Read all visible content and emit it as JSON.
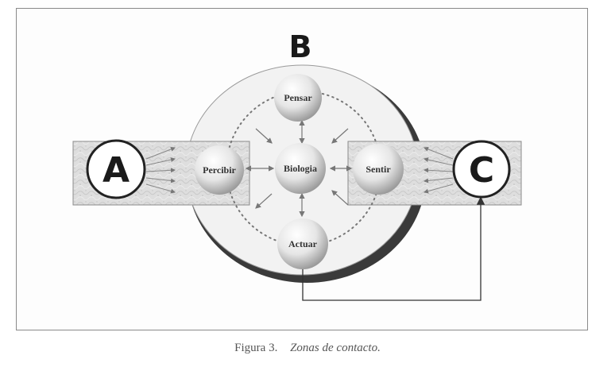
{
  "diagram": {
    "zone_labels": {
      "a": "A",
      "b": "B",
      "c": "C"
    },
    "nodes": {
      "pensar": "Pensar",
      "percibir": "Percibir",
      "biologia": "Biologia",
      "sentir": "Sentir",
      "actuar": "Actuar"
    }
  },
  "caption": {
    "number": "Figura 3.",
    "title": "Zonas de contacto."
  },
  "colors": {
    "border": "#8a8a8a",
    "ring_fill": "#f2f2f2",
    "ring_shadow": "#3a3a3a",
    "band_fill": "#dcdcdc",
    "dots": "#777777"
  }
}
